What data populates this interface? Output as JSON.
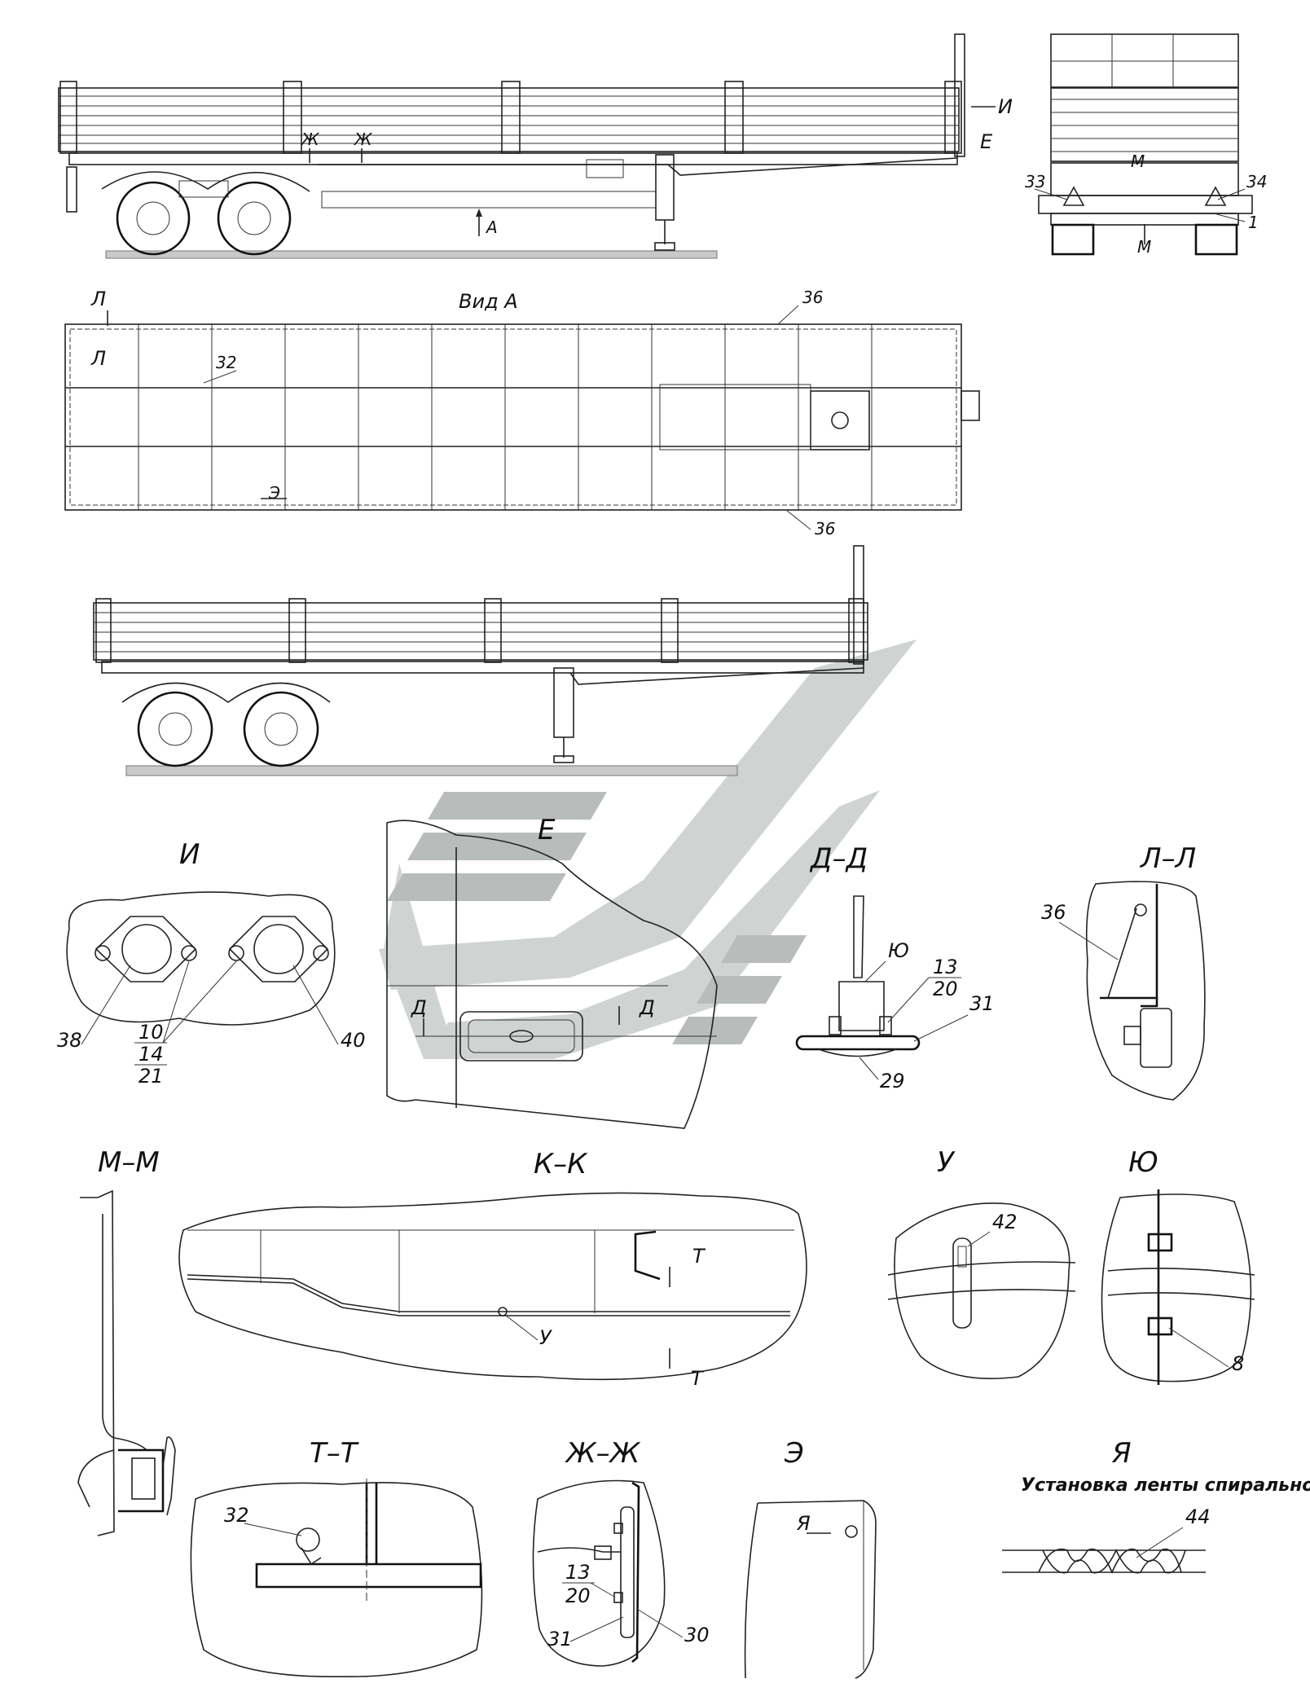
{
  "views": {
    "vid_a": "Вид А",
    "i": "И",
    "e": "Е",
    "dd": "Д–Д",
    "ll": "Л–Л",
    "mm": "М–М",
    "kk": "К–К",
    "u": "У",
    "yu": "Ю",
    "tt": "Т–Т",
    "zhzh": "Ж–Ж",
    "e2": "Э",
    "ya": "Я",
    "ya_caption": "Установка ленты спиральной"
  },
  "markers": {
    "a": "А",
    "i": "И",
    "e": "Е",
    "zh": "Ж",
    "m": "М",
    "l": "Л",
    "e2": "Э",
    "d": "Д",
    "t": "Т",
    "ya": "Я",
    "u": "У",
    "yu": "Ю"
  },
  "callouts": {
    "c1": "1",
    "c8": "8",
    "c10": "10",
    "c13": "13",
    "c14": "14",
    "c20": "20",
    "c21": "21",
    "c29": "29",
    "c30": "30",
    "c31": "31",
    "c32": "32",
    "c33": "33",
    "c34": "34",
    "c36": "36",
    "c38": "38",
    "c40": "40",
    "c42": "42",
    "c44": "44"
  }
}
